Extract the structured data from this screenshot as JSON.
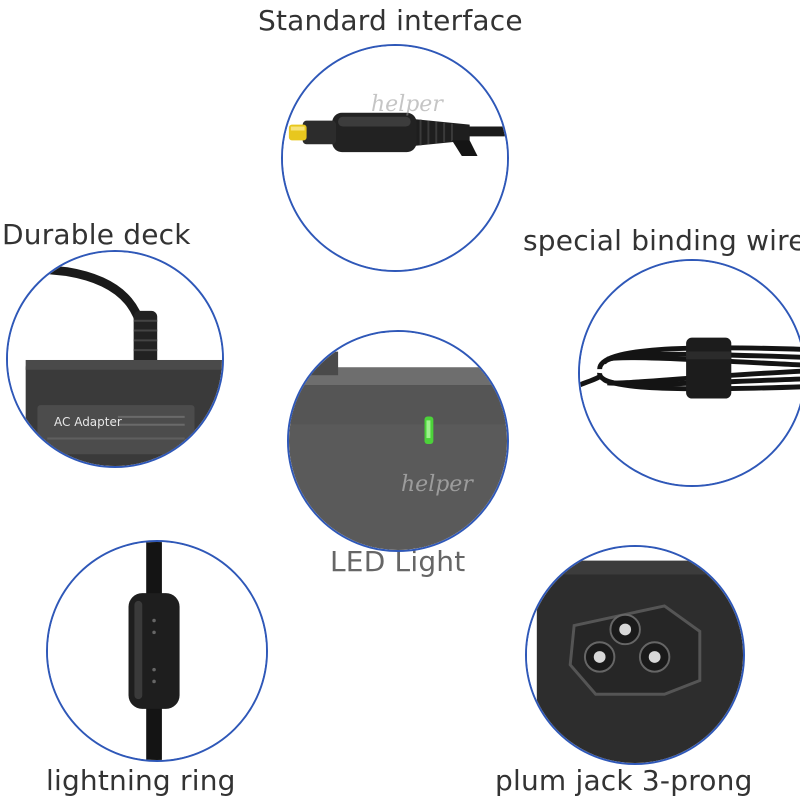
{
  "features": {
    "standard_interface": "Standard interface",
    "durable_deck": "Durable deck",
    "special_binding_wire": "special binding wire",
    "led_light": "LED Light",
    "lightning_ring": "lightning ring",
    "plum_jack": "plum jack 3-prong"
  },
  "product_text": {
    "adapter_label": "AC Adapter",
    "watermark": "helper"
  },
  "colors": {
    "circle_border": "#2f58b8",
    "led_green": "#4cd23a",
    "tip_gold": "#e8c71e"
  }
}
